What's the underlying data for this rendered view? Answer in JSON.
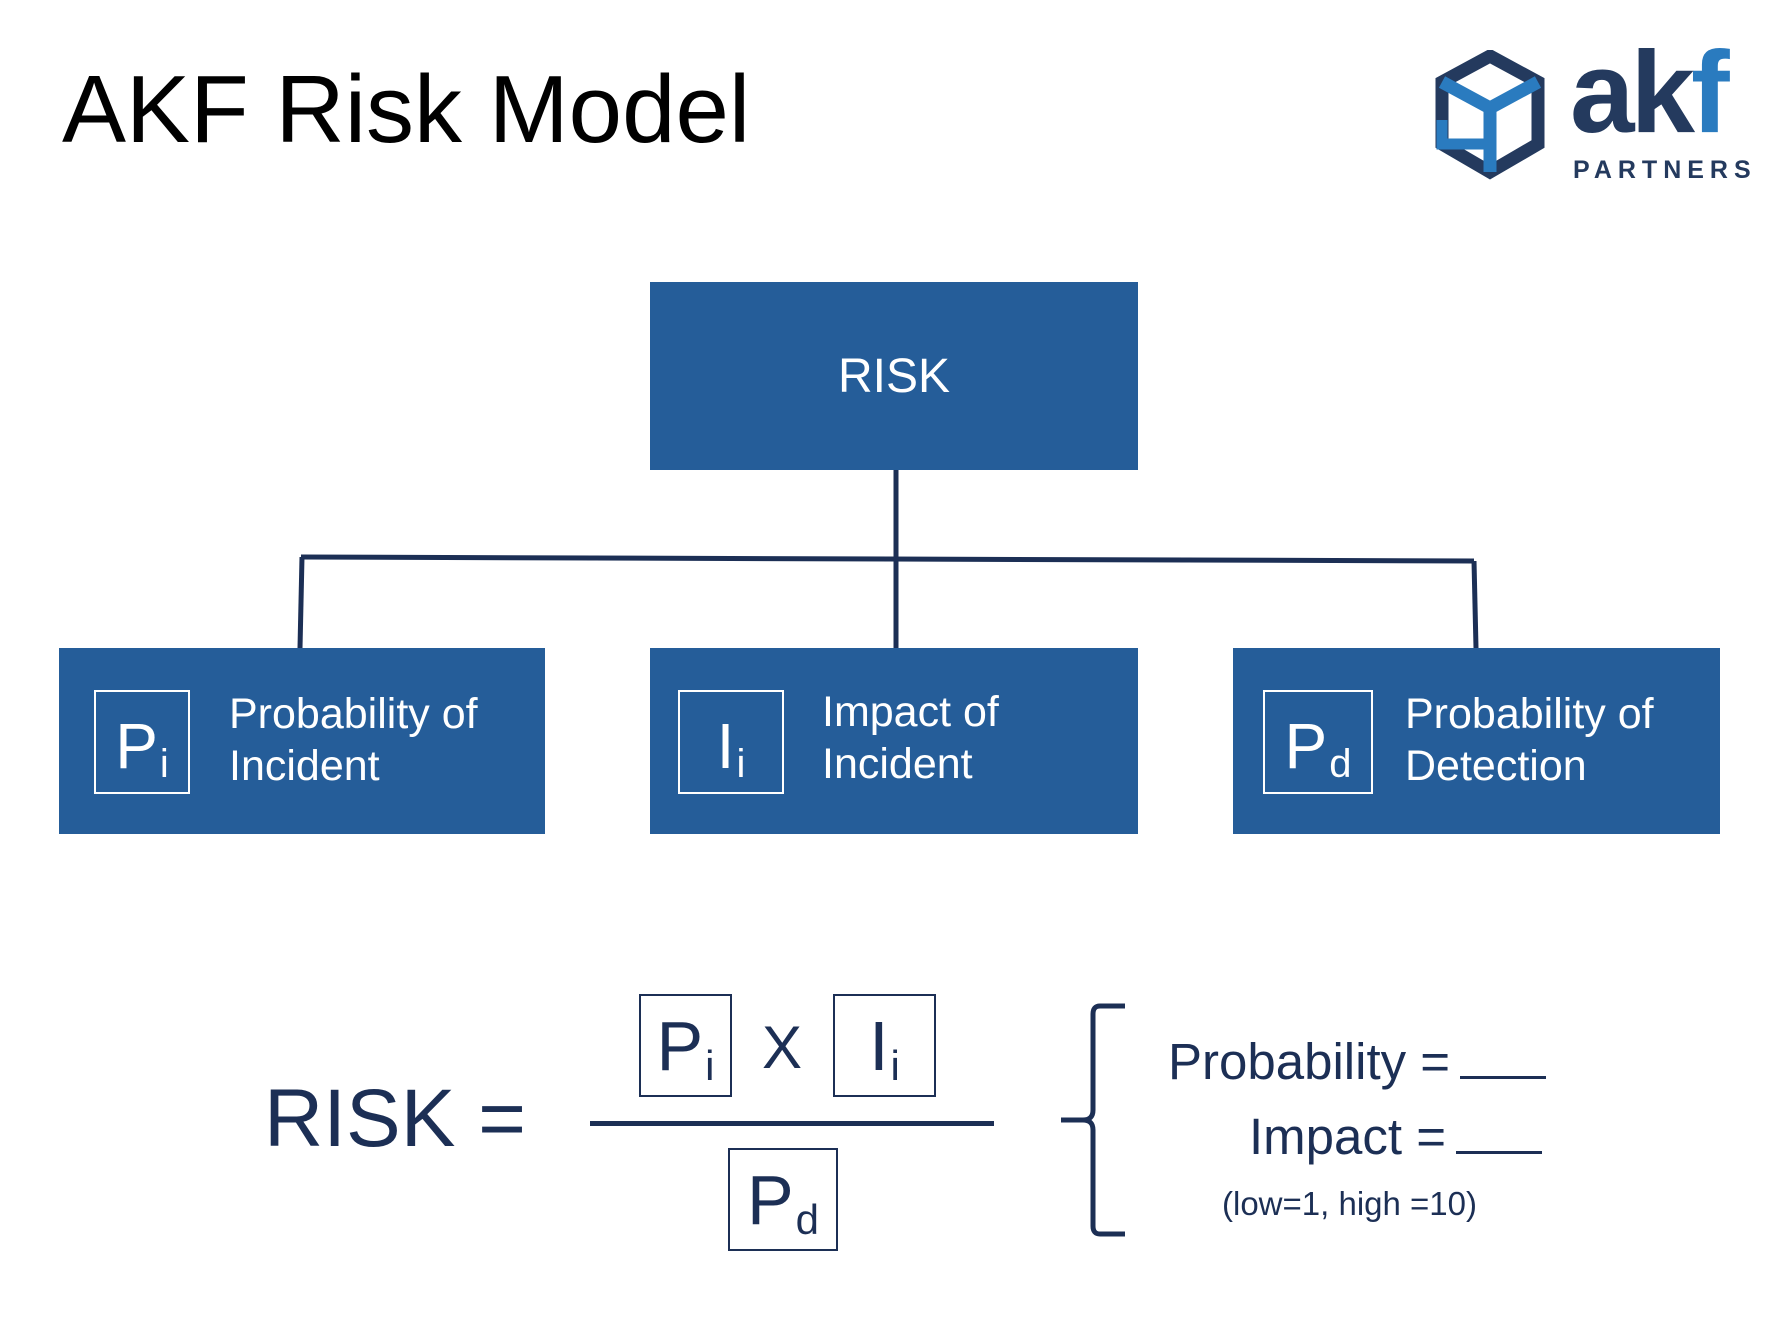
{
  "title": "AKF Risk Model",
  "logo": {
    "word_main": "ak",
    "word_accent": "f",
    "sub": "PARTNERS"
  },
  "colors": {
    "box_fill": "#255d99",
    "navy": "#1c2f55",
    "logo_blue": "#2a7bbf",
    "logo_navy": "#243a5e"
  },
  "diagram": {
    "root": "RISK",
    "children": [
      {
        "symbol": "P",
        "sub": "i",
        "line1": "Probability of",
        "line2": "Incident"
      },
      {
        "symbol": "I",
        "sub": "i",
        "line1": "Impact of",
        "line2": "Incident"
      },
      {
        "symbol": "P",
        "sub": "d",
        "line1": "Probability of",
        "line2": "Detection"
      }
    ]
  },
  "formula": {
    "lhs": "RISK =",
    "num_left": {
      "symbol": "P",
      "sub": "i"
    },
    "times": "X",
    "num_right": {
      "symbol": "I",
      "sub": "i"
    },
    "denominator": {
      "symbol": "P",
      "sub": "d"
    }
  },
  "scale": {
    "probability": "Probability =",
    "impact": "Impact =",
    "note": "(low=1, high =10)"
  }
}
